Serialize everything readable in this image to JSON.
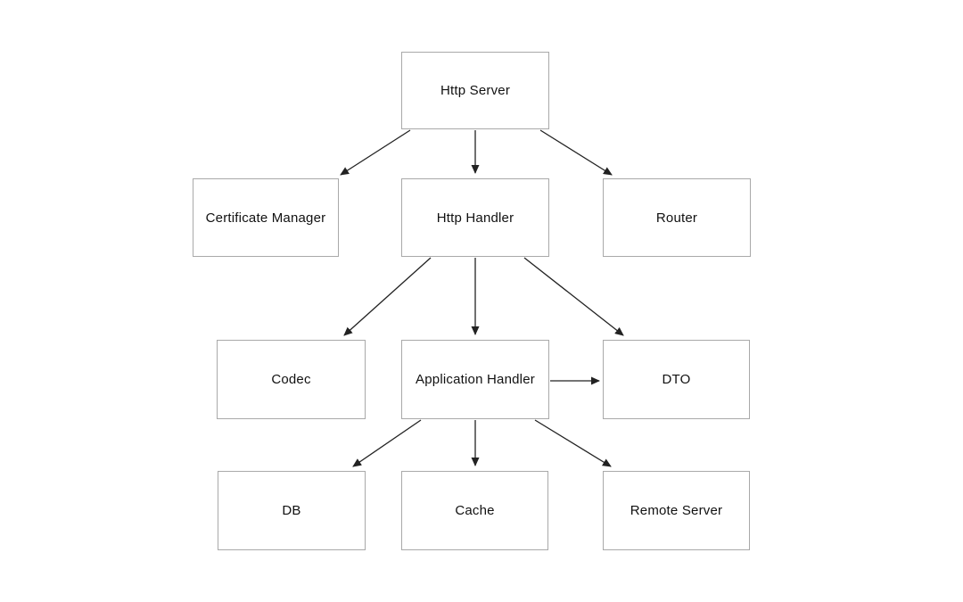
{
  "diagram": {
    "type": "flowchart",
    "nodes": {
      "http_server": {
        "label": "Http Server"
      },
      "certificate_manager": {
        "label": "Certificate Manager"
      },
      "http_handler": {
        "label": "Http Handler"
      },
      "router": {
        "label": "Router"
      },
      "codec": {
        "label": "Codec"
      },
      "application_handler": {
        "label": "Application Handler"
      },
      "dto": {
        "label": "DTO"
      },
      "db": {
        "label": "DB"
      },
      "cache": {
        "label": "Cache"
      },
      "remote_server": {
        "label": "Remote Server"
      }
    },
    "edges": [
      {
        "from": "http_server",
        "to": "certificate_manager"
      },
      {
        "from": "http_server",
        "to": "http_handler"
      },
      {
        "from": "http_server",
        "to": "router"
      },
      {
        "from": "http_handler",
        "to": "codec"
      },
      {
        "from": "http_handler",
        "to": "application_handler"
      },
      {
        "from": "http_handler",
        "to": "dto"
      },
      {
        "from": "application_handler",
        "to": "dto"
      },
      {
        "from": "application_handler",
        "to": "db"
      },
      {
        "from": "application_handler",
        "to": "cache"
      },
      {
        "from": "application_handler",
        "to": "remote_server"
      }
    ],
    "colors": {
      "background": "#ffffff",
      "box_border": "#a9a9a9",
      "arrow": "#222222",
      "text": "#111111"
    }
  }
}
